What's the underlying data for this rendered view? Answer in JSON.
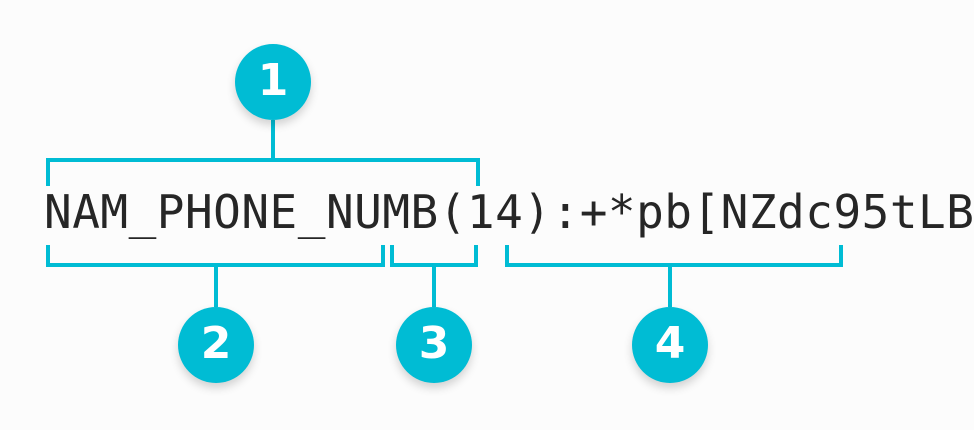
{
  "diagram": {
    "accent_color": "#00bcd4",
    "text_color": "#262626",
    "background_color": "#fcfcfc",
    "code_string": "NAM_PHONE_NUMB(14):+*pb[NZdc95tLB",
    "segments": [
      {
        "badge": "1",
        "label": "NAM_PHONE_NUMB(14)",
        "position": "top"
      },
      {
        "badge": "2",
        "label": "NAM_PHONE_NUMB",
        "position": "bottom"
      },
      {
        "badge": "3",
        "label": "(14)",
        "position": "bottom"
      },
      {
        "badge": "4",
        "label": ":+*pb[NZdc95tLB",
        "position": "bottom"
      }
    ]
  }
}
